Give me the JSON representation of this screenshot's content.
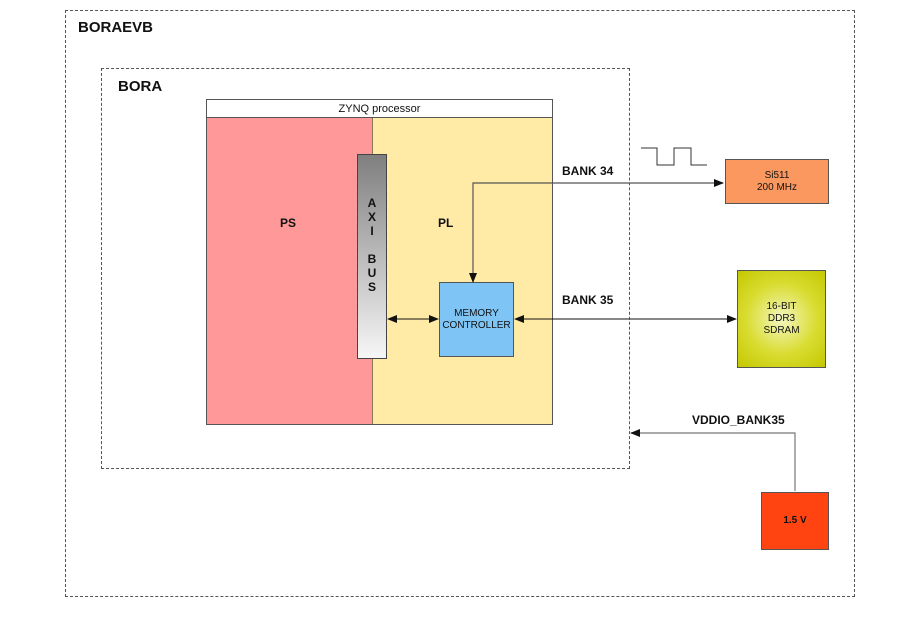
{
  "diagram": {
    "outer_board": {
      "label": "BORAEVB"
    },
    "module": {
      "label": "BORA"
    },
    "processor": {
      "title": "ZYNQ processor",
      "ps_label": "PS",
      "pl_label": "PL",
      "axi_bus_label": "A\nX\nI\n\nB\nU\nS",
      "memory_controller_label": "MEMORY\nCONTROLLER"
    },
    "connections": {
      "bank34_label": "BANK 34",
      "bank35_label": "BANK 35",
      "vddio_label": "VDDIO_BANK35"
    },
    "external": {
      "oscillator_label": "Si511\n200 MHz",
      "ddr_label": "16-BIT\nDDR3\nSDRAM",
      "power_label": "1.5 V"
    },
    "colors": {
      "ps": "#ff9999",
      "pl": "#ffeaa6",
      "memory_controller": "#7ec5f6",
      "oscillator": "#fa9860",
      "ddr": "#c8cc00",
      "power": "#ff4411"
    }
  }
}
